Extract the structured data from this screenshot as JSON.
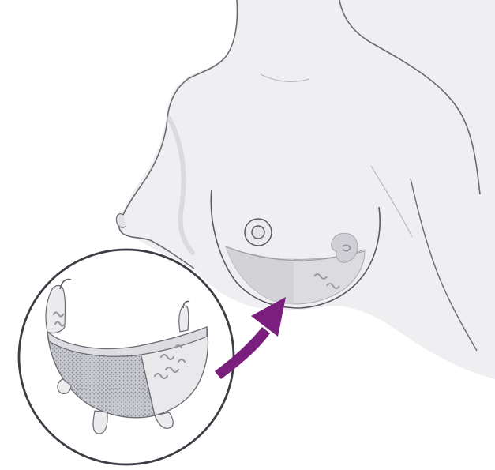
{
  "colors": {
    "background": "#ffffff",
    "skin_fill": "#efeff1",
    "skin_shadow": "#dcdce0",
    "outline": "#5a5a62",
    "mesh_light": "#e6e6ea",
    "mesh_dark": "#c8c8cf",
    "mesh_dots": "#8c8c96",
    "fixation_marks": "#9a9aa2",
    "magnifier_ring": "#3d3d45",
    "arrow": "#7b1f7e"
  },
  "icons": {
    "torso": "female-torso-illustration",
    "implant": "internal-mesh-sling",
    "magnifier": "magnified-detail-circle",
    "arrow": "pointer-arrow"
  }
}
